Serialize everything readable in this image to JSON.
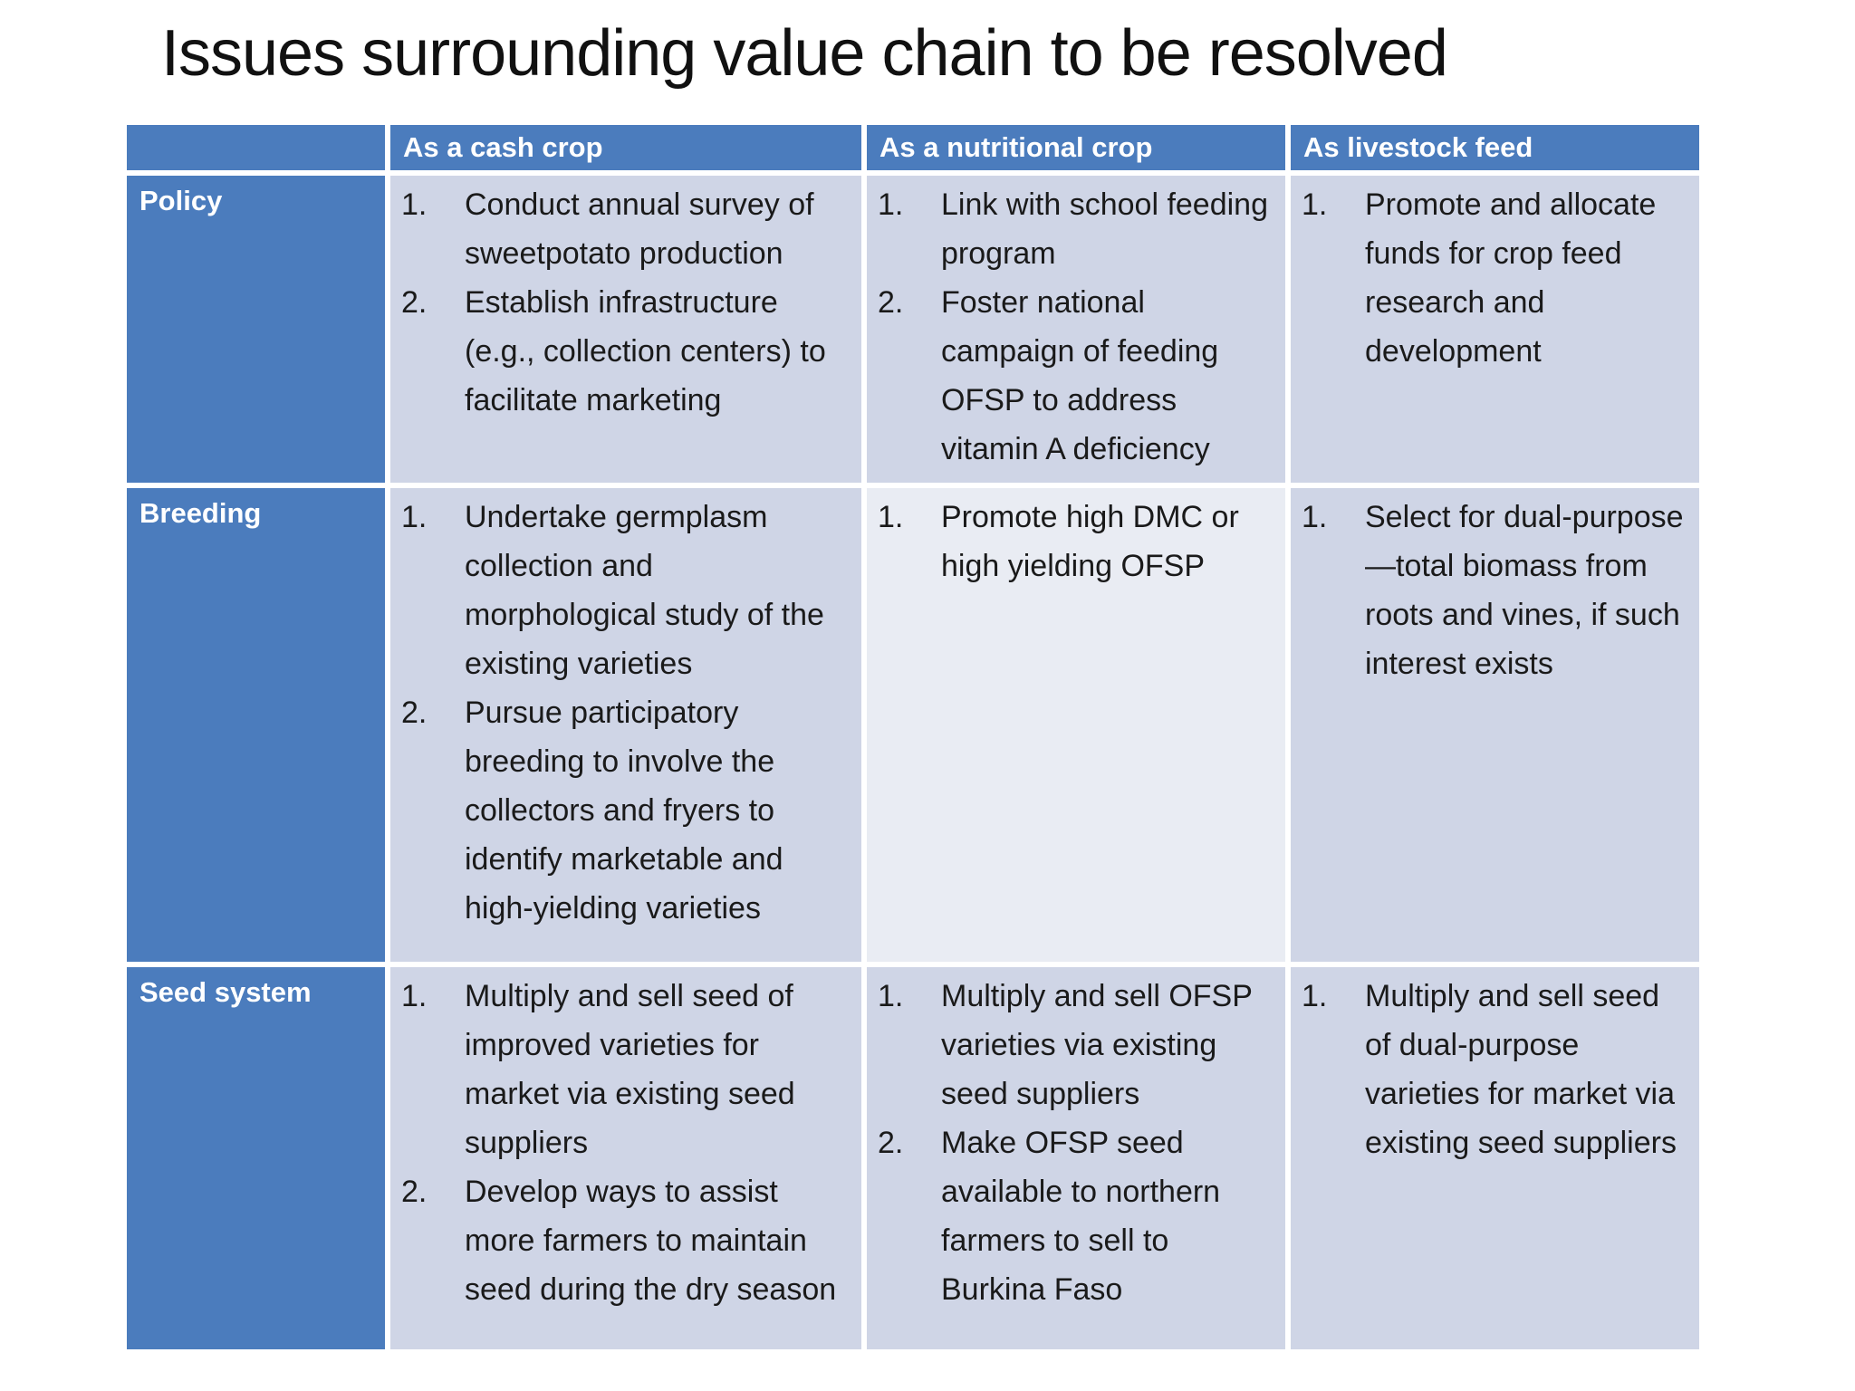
{
  "title": "Issues surrounding value chain to be resolved",
  "palette": {
    "header_blue": "#4b7cbd",
    "cell_lavender": "#cfd5e6",
    "cell_light": "#e9ecf3",
    "text_ink": "#1a1a1a",
    "gap_white": "#ffffff"
  },
  "table": {
    "column_headers": [
      "",
      "As a cash crop",
      "As a nutritional crop",
      "As livestock feed"
    ],
    "rows": [
      {
        "label": "Policy",
        "cells": [
          {
            "variant": "normal",
            "items": [
              "Conduct annual survey of sweetpotato production",
              "Establish infrastructure (e.g., collection centers) to facilitate marketing"
            ]
          },
          {
            "variant": "normal",
            "items": [
              "Link with school feeding program",
              "Foster national campaign of feeding OFSP to address vitamin A deficiency"
            ]
          },
          {
            "variant": "normal",
            "items": [
              "Promote and allocate funds for crop feed research and development"
            ]
          }
        ]
      },
      {
        "label": "Breeding",
        "cells": [
          {
            "variant": "normal",
            "items": [
              "Undertake germplasm collection and morphological study of the existing varieties",
              "Pursue participatory breeding to involve the collectors and fryers to identify marketable and high-yielding varieties"
            ]
          },
          {
            "variant": "light",
            "items": [
              "Promote high DMC or high yielding OFSP"
            ]
          },
          {
            "variant": "normal",
            "items": [
              "Select for dual-purpose—total biomass from roots and vines, if such interest exists"
            ]
          }
        ]
      },
      {
        "label": "Seed system",
        "cells": [
          {
            "variant": "normal",
            "items": [
              "Multiply and sell seed of improved varieties for market via existing seed suppliers",
              "Develop ways to assist more farmers to maintain seed during the dry season"
            ]
          },
          {
            "variant": "normal",
            "items": [
              "Multiply and sell OFSP varieties via existing seed suppliers",
              "Make OFSP seed available to northern farmers to sell to Burkina Faso"
            ]
          },
          {
            "variant": "normal",
            "items": [
              "Multiply and sell seed of dual-purpose varieties for market via existing seed suppliers"
            ]
          }
        ]
      }
    ]
  }
}
